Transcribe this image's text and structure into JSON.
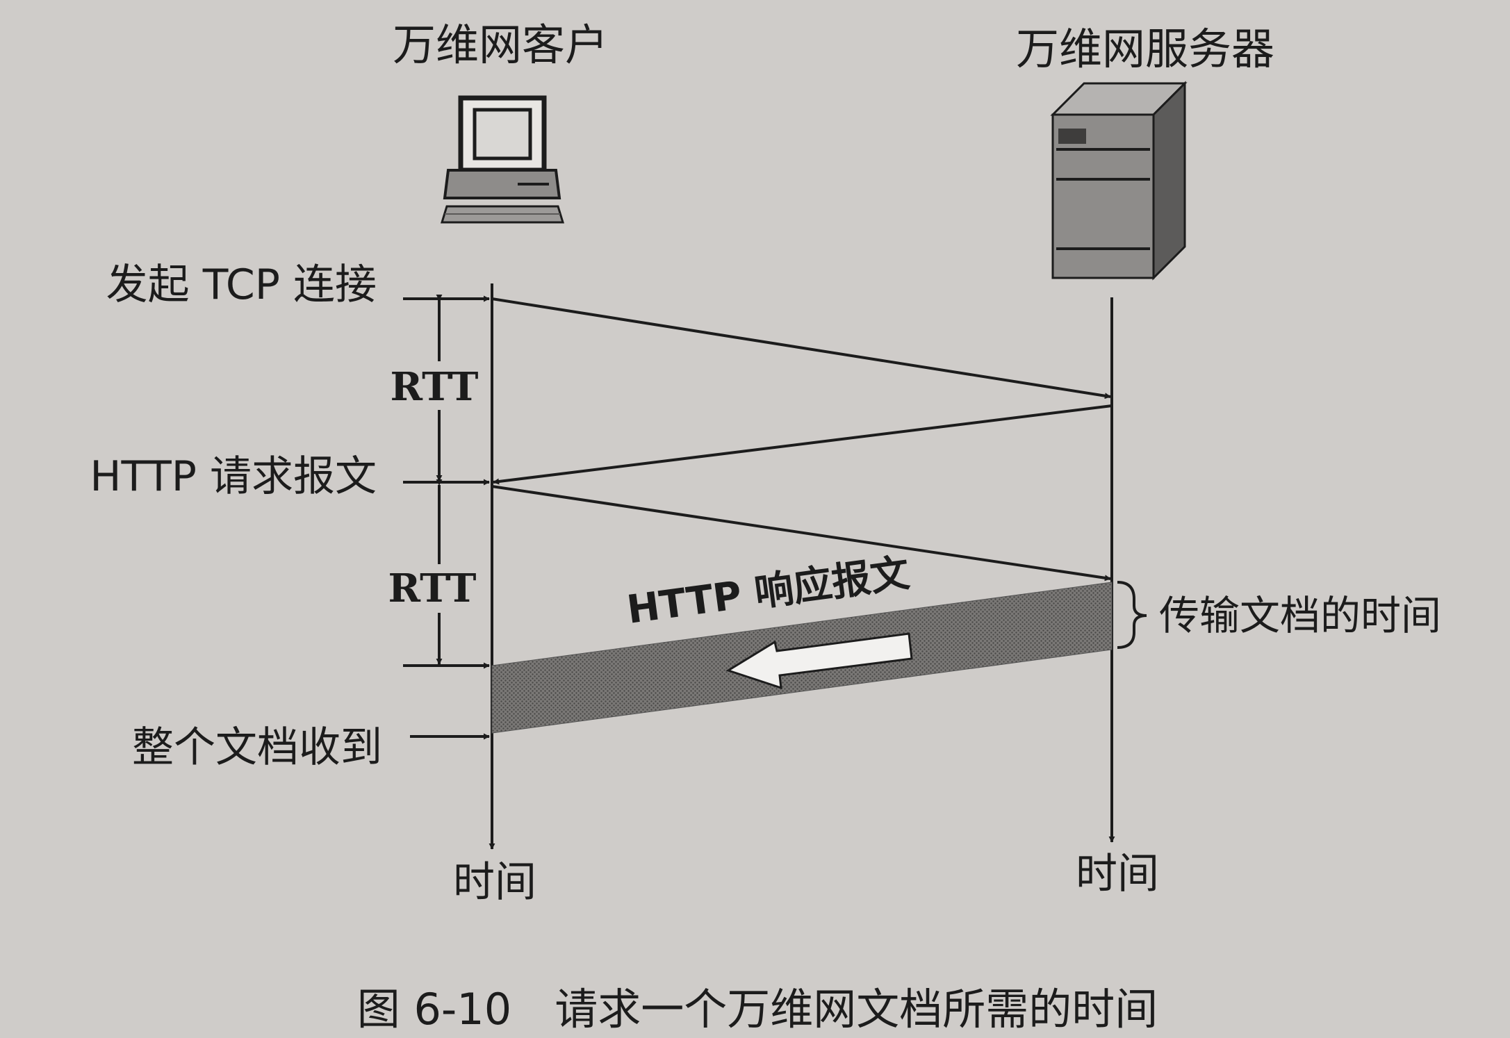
{
  "client": {
    "title": "万维网客户",
    "time_label": "时间"
  },
  "server": {
    "title": "万维网服务器",
    "time_label": "时间"
  },
  "events": {
    "tcp_connect": "发起 TCP 连接",
    "http_request": "HTTP 请求报文",
    "document_received": "整个文档收到"
  },
  "rtt_labels": [
    "RTT",
    "RTT"
  ],
  "response_label": "HTTP 响应报文",
  "transfer_time_label": "传输文档的时间",
  "caption": "图 6-10　请求一个万维网文档所需的时间",
  "colors": {
    "ink": "#1c1c1c",
    "page": "#cfccc9",
    "band": "#6e6c6a"
  }
}
